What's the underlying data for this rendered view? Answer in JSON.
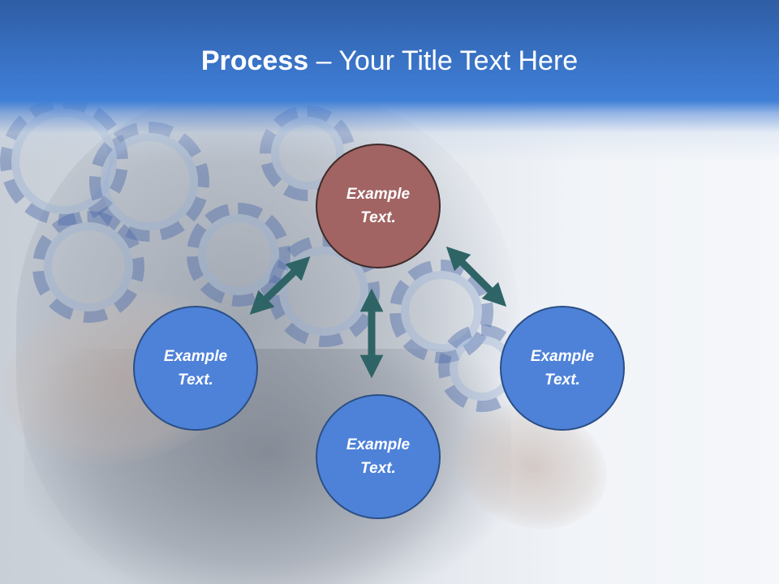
{
  "title": {
    "bold": "Process",
    "rest": " – Your Title Text Here"
  },
  "nodes": {
    "top": "Example Text.",
    "left": "Example Text.",
    "right": "Example Text.",
    "bottom": "Example Text."
  },
  "colors": {
    "header": "#3a74c8",
    "node_blue": "#4e82d8",
    "node_red": "#a16463",
    "arrow": "#2e6465"
  }
}
